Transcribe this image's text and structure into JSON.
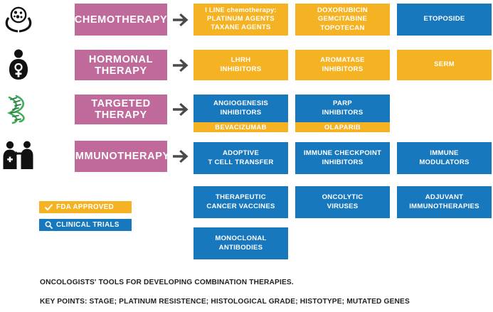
{
  "colors": {
    "category": "#c0699b",
    "blue": "#1878bd",
    "orange": "#f5b324",
    "arrow": "#4a4a4a",
    "dna_green": "#3fae5a",
    "text_dark": "#231f20",
    "background": "#ffffff"
  },
  "rows": [
    {
      "icon": "cell-in-hands-icon",
      "category": "CHEMOTHERAPY",
      "arrow": "right-arrow-icon",
      "treatments": [
        {
          "kind": "orange",
          "lines": [
            "I LINE chemotherapy:",
            "PLATINUM AGENTS",
            "TAXANE AGENTS"
          ],
          "first_line_mixed_case": true
        },
        {
          "kind": "orange",
          "lines": [
            "DOXORUBICIN",
            "GEMCITABINE",
            "TOPOTECAN"
          ]
        },
        {
          "kind": "blue",
          "lines": [
            "ETOPOSIDE"
          ]
        }
      ]
    },
    {
      "icon": "female-patient-icon",
      "category": "HORMONAL THERAPY",
      "arrow": "right-arrow-icon",
      "treatments": [
        {
          "kind": "orange",
          "lines": [
            "LHRH",
            "INHIBITORS"
          ]
        },
        {
          "kind": "orange",
          "lines": [
            "AROMATASE",
            "INHIBITORS"
          ]
        },
        {
          "kind": "orange",
          "lines": [
            "SERM"
          ]
        }
      ]
    },
    {
      "icon": "dna-helix-icon",
      "category": "TARGETED THERAPY",
      "arrow": "right-arrow-icon",
      "treatments": [
        {
          "kind": "split",
          "lines": [
            "ANGIOGENESIS",
            "INHIBITORS"
          ],
          "drug": "BEVACIZUMAB"
        },
        {
          "kind": "split",
          "lines": [
            "PARP",
            "INHIBITORS"
          ],
          "drug": "OLAPARIB"
        }
      ]
    },
    {
      "icon": "doctor-patient-icon",
      "category": "IMMUNOTHERAPY",
      "arrow": "right-arrow-icon",
      "treatments": [
        {
          "kind": "blue",
          "lines": [
            "ADOPTIVE",
            "T CELL TRANSFER"
          ]
        },
        {
          "kind": "blue",
          "lines": [
            "IMMUNE CHECKPOINT",
            "INHIBITORS"
          ]
        },
        {
          "kind": "blue",
          "lines": [
            "IMMUNE",
            "MODULATORS"
          ]
        }
      ]
    }
  ],
  "extra_rows": [
    {
      "treatments": [
        {
          "kind": "blue",
          "lines": [
            "THERAPEUTIC",
            "CANCER VACCINES"
          ]
        },
        {
          "kind": "blue",
          "lines": [
            "ONCOLYTIC",
            "VIRUSES"
          ]
        },
        {
          "kind": "blue",
          "lines": [
            "ADJUVANT",
            "IMMUNOTHERAPIES"
          ]
        }
      ]
    },
    {
      "treatments": [
        {
          "kind": "blue",
          "lines": [
            "MONOCLONAL",
            "ANTIBODIES"
          ]
        }
      ]
    }
  ],
  "legend": [
    {
      "icon": "check-icon",
      "label": "FDA APPROVED",
      "style": "orange"
    },
    {
      "icon": "search-icon",
      "label": "CLINICAL TRIALS",
      "style": "blue"
    }
  ],
  "footer": {
    "line1": "ONCOLOGISTS' TOOLS FOR DEVELOPING COMBINATION THERAPIES.",
    "line2": "KEY POINTS: STAGE; PLATINUM RESISTENCE; HISTOLOGICAL GRADE; HISTOTYPE; MUTATED GENES"
  }
}
